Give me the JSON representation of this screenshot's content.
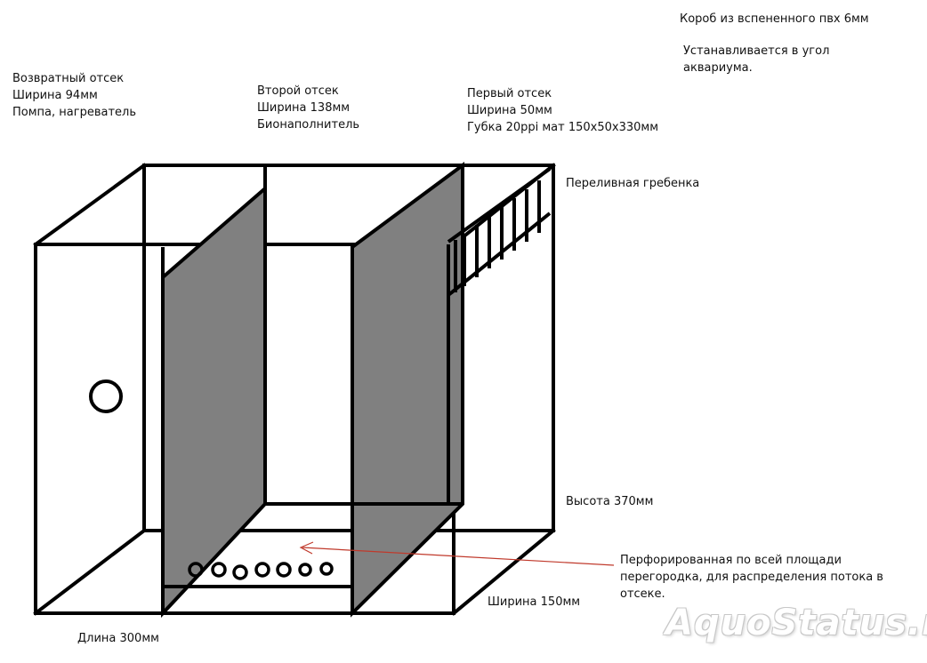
{
  "labels": {
    "box_title": "Короб из вспененного пвх 6мм",
    "corner_note": [
      "Устанавливается в угол",
      "аквариума."
    ],
    "return_section": [
      "Возвратный отсек",
      "Ширина 94мм",
      "Помпа, нагреватель"
    ],
    "second_section": [
      "Второй отсек",
      "Ширина 138мм",
      "Бионаполнитель"
    ],
    "first_section": [
      "Первый отсек",
      "Ширина 50мм",
      "Губка 20ppi мат 150x50x330мм"
    ],
    "overflow_comb": "Переливная гребенка",
    "height": "Высота 370мм",
    "perforated_note": [
      "Перфорированная по всей площади",
      "перегородка, для распределения потока в",
      "отсеке."
    ],
    "width": "Ширина 150мм",
    "length": "Длина 300мм"
  },
  "watermark": "AquoStatus.ru",
  "colors": {
    "line": "#000000",
    "partition_fill": "#808080",
    "arrow": "#c0392b"
  }
}
